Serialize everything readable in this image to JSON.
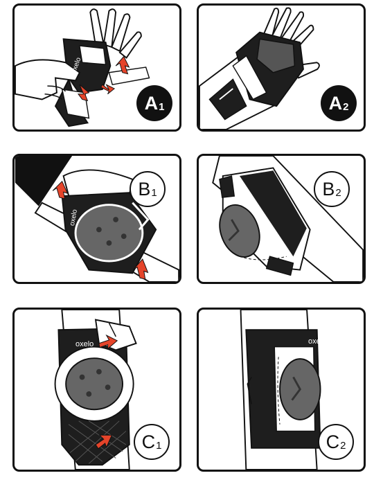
{
  "brand": "oxelo",
  "panels": [
    {
      "id": "a1",
      "letter": "A",
      "num": "1",
      "style": "dark"
    },
    {
      "id": "a2",
      "letter": "A",
      "num": "2",
      "style": "dark"
    },
    {
      "id": "b1",
      "letter": "B",
      "num": "1",
      "style": "light"
    },
    {
      "id": "b2",
      "letter": "B",
      "num": "2",
      "style": "light"
    },
    {
      "id": "c1",
      "letter": "C",
      "num": "1",
      "style": "light"
    },
    {
      "id": "c2",
      "letter": "C",
      "num": "2",
      "style": "light"
    }
  ],
  "colors": {
    "outline": "#111111",
    "pad_grey": "#666666",
    "strap_black": "#1e1e1e",
    "arrow_red": "#e5442a",
    "white": "#ffffff"
  }
}
